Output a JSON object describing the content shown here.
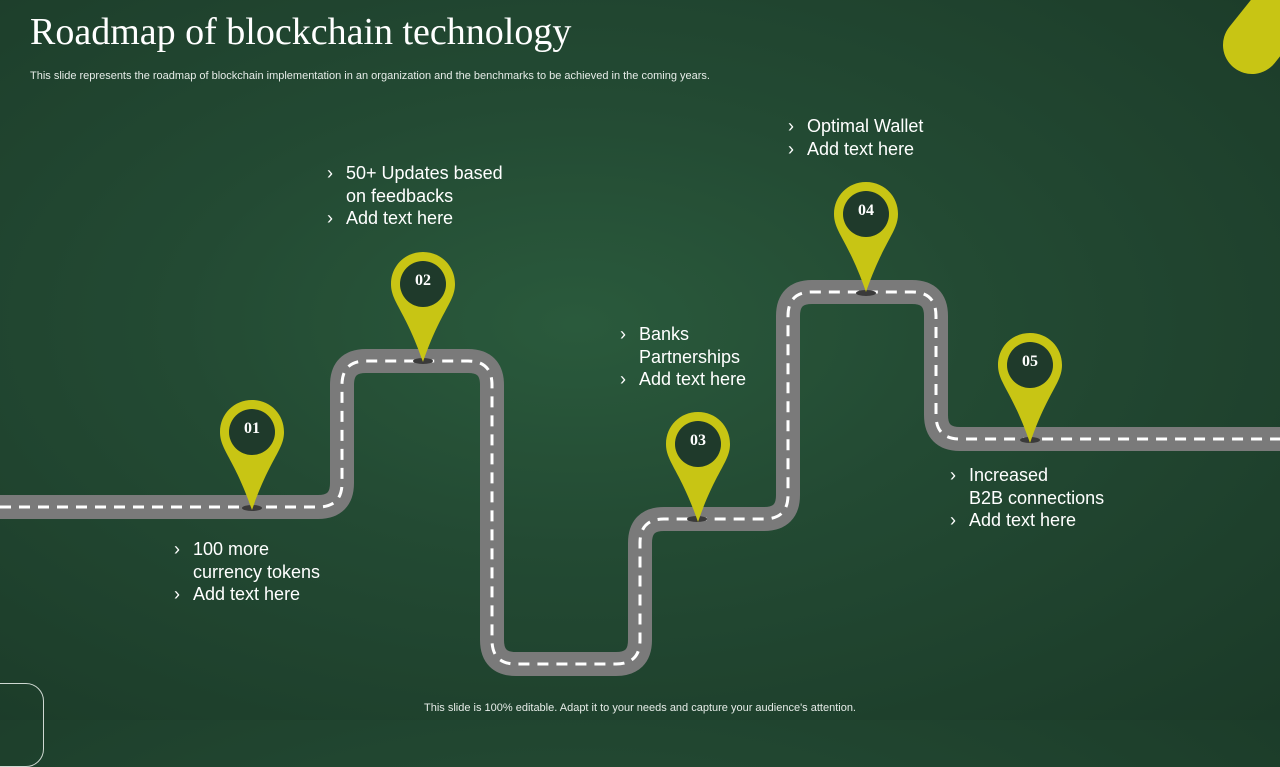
{
  "slide": {
    "title": "Roadmap of blockchain technology",
    "subtitle": "This slide represents the roadmap of blockchain implementation in an organization and the benchmarks to be achieved in the coming years.",
    "footer": "This slide is 100% editable. Adapt it to your needs and capture your audience's attention."
  },
  "colors": {
    "background": "#234a33",
    "road": "#7a7a7a",
    "road_dash": "#ffffff",
    "pin_yellow": "#c8c514",
    "pin_center": "#1f3a2b"
  },
  "milestones": [
    {
      "number": "01",
      "lines": [
        "100 more\ncurrency tokens",
        "Add text here"
      ]
    },
    {
      "number": "02",
      "lines": [
        "50+ Updates based\non feedbacks",
        "Add text here"
      ]
    },
    {
      "number": "03",
      "lines": [
        "Banks\nPartnerships",
        "Add text here"
      ]
    },
    {
      "number": "04",
      "lines": [
        "Optimal Wallet",
        "Add text here"
      ]
    },
    {
      "number": "05",
      "lines": [
        "Increased\nB2B connections",
        "Add text here"
      ]
    }
  ]
}
